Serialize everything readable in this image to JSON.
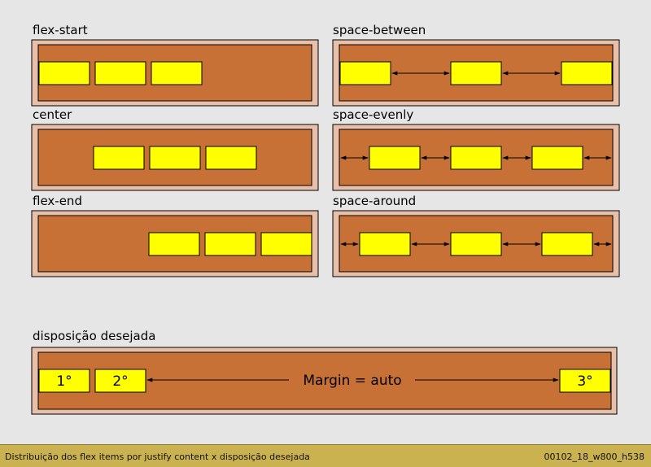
{
  "panels": [
    {
      "label": "flex-start",
      "items": 3
    },
    {
      "label": "space-between",
      "items": 3
    },
    {
      "label": "center",
      "items": 3
    },
    {
      "label": "space-evenly",
      "items": 3
    },
    {
      "label": "flex-end",
      "items": 3
    },
    {
      "label": "space-around",
      "items": 3
    }
  ],
  "desired": {
    "label": "disposição desejada",
    "items": [
      "1°",
      "2°",
      "3°"
    ],
    "margin_text": "Margin = auto"
  },
  "caption": {
    "text": "Distribuição dos flex items por justify content x disposição desejada",
    "id": "00102_18_w800_h538"
  },
  "colors": {
    "background": "#e6e6e6",
    "outer_box": "#e8bfa8",
    "inner_box": "#c87137",
    "item": "#ffff00",
    "stroke": "#000000"
  }
}
